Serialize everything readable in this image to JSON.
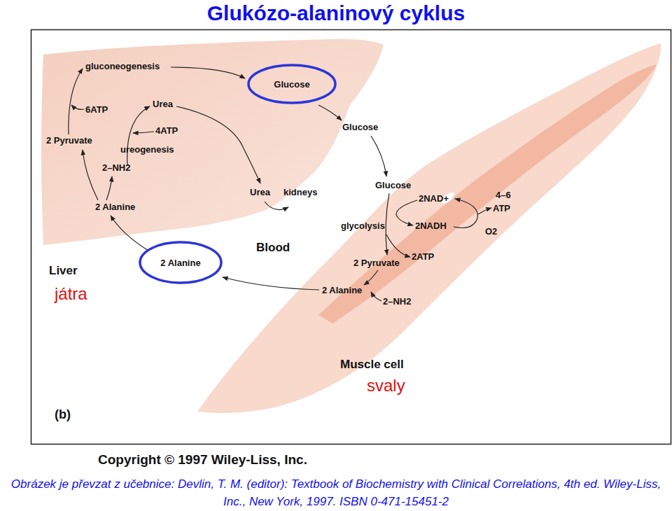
{
  "diagram": {
    "title": "Glukózo-alaninový cyklus",
    "caption": "Obrázek je převzat z učebnice: Devlin, T. M. (editor): Textbook of Biochemistry with Clinical Correlations, 4th ed. Wiley-Liss, Inc., New York, 1997. ISBN 0-471-15451-2",
    "nodes": [
      {
        "text": [
          "Glucose"
        ]
      },
      {
        "text": [
          "2 Alanine"
        ]
      }
    ],
    "labels": [
      "gluconeogenesis",
      "6ATP",
      "Urea",
      "4ATP",
      "2 Pyruvate",
      "ureogenesis",
      "2–NH2",
      "2 Alanine",
      "Glucose",
      "Urea",
      "kidneys",
      "Glucose",
      "2NAD+",
      "4–6",
      "ATP",
      "glycolysis",
      "2NADH",
      "O2",
      "Blood",
      "2ATP",
      "2 Pyruvate",
      "Liver",
      "2 Alanine",
      "játra",
      "2–NH2",
      "Muscle cell",
      "svaly",
      "(b)",
      "Copyright © 1997 Wiley-Liss, Inc."
    ]
  }
}
